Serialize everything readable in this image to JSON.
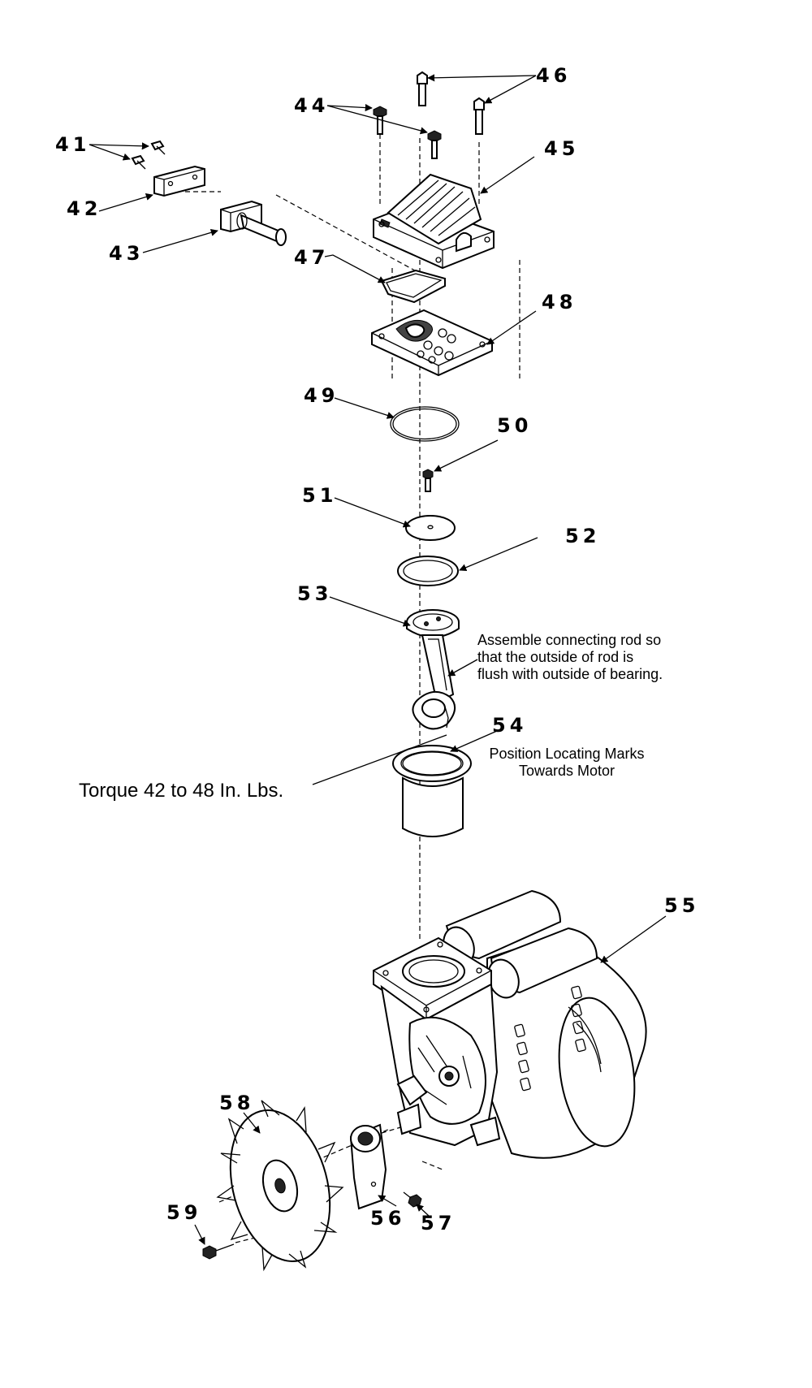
{
  "callouts": {
    "p41": "41",
    "p42": "42",
    "p43": "43",
    "p44": "44",
    "p45": "45",
    "p46": "46",
    "p47": "47",
    "p48": "48",
    "p49": "49",
    "p50": "50",
    "p51": "51",
    "p52": "52",
    "p53": "53",
    "p54": "54",
    "p55": "55",
    "p56": "56",
    "p57": "57",
    "p58": "58",
    "p59": "59"
  },
  "notes": {
    "connecting_rod": [
      "Assemble connecting rod so",
      "that the outside of rod is",
      "flush with outside of bearing."
    ],
    "locating_marks": [
      "Position Locating Marks",
      "Towards Motor"
    ],
    "torque": "Torque  42 to 48 In. Lbs."
  }
}
